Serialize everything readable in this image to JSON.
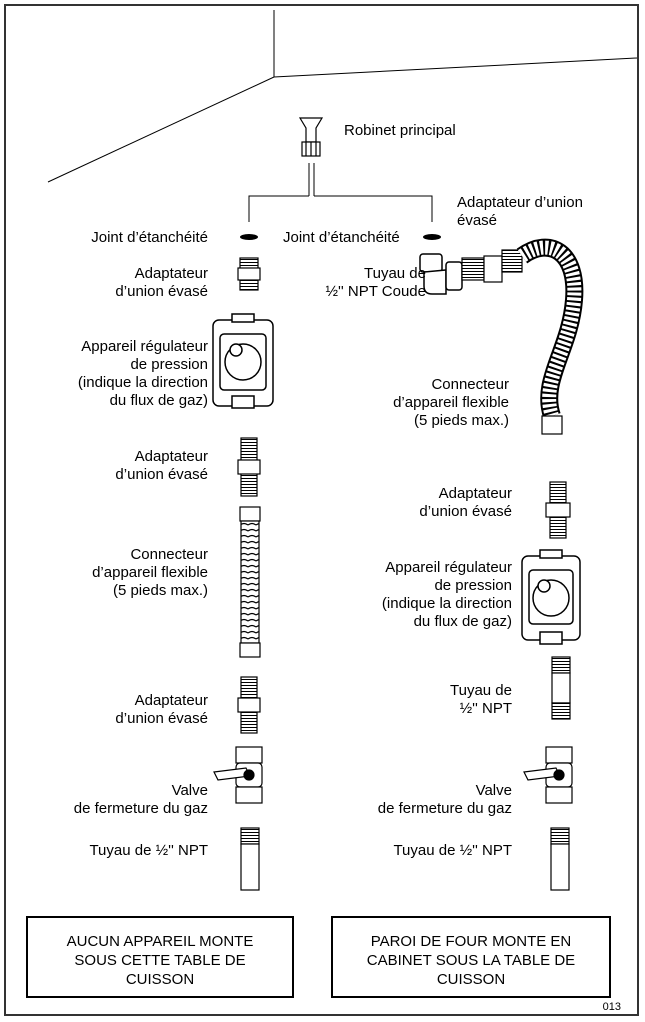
{
  "labels": {
    "main_valve": "Robinet principal",
    "top_right_adapter": "Adaptateur d’union\névasé",
    "seal_left": "Joint d’étanchéité",
    "seal_right": "Joint d’étanchéité",
    "elbow_pipe": "Tuyau de\n½'' NPT Coude",
    "left_adapter_1": "Adaptateur\nd’union évasé",
    "left_regulator": "Appareil régulateur\nde pression\n(indique la direction\ndu flux de gaz)",
    "left_adapter_2": "Adaptateur\nd’union évasé",
    "left_flex_connector": "Connecteur\nd’appareil flexible\n(5 pieds max.)",
    "left_adapter_3": "Adaptateur\nd’union évasé",
    "left_shutoff_valve": "Valve\nde fermeture du gaz",
    "left_pipe": "Tuyau de ½'' NPT",
    "right_flex_connector": "Connecteur\nd’appareil flexible\n(5 pieds max.)",
    "right_adapter": "Adaptateur\nd’union évasé",
    "right_regulator": "Appareil régulateur\nde pression\n(indique la direction\ndu flux de gaz)",
    "right_pipe_npt": "Tuyau de\n½'' NPT",
    "right_shutoff_valve": "Valve\nde fermeture du gaz",
    "right_pipe": "Tuyau de ½'' NPT"
  },
  "boxes": {
    "left": "AUCUN APPAREIL MONTE\nSOUS CETTE TABLE DE\nCUISSON",
    "right": "PAROI DE FOUR MONTE EN\nCABINET SOUS LA TABLE DE\nCUISSON"
  },
  "figure_number": "013"
}
